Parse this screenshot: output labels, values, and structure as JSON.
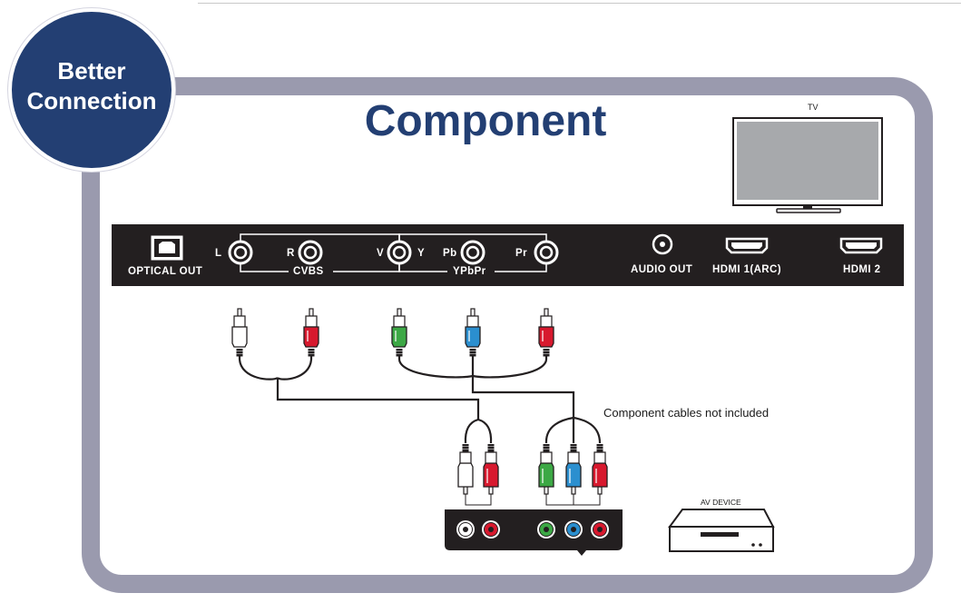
{
  "badge": {
    "line1": "Better",
    "line2": "Connection"
  },
  "title": "Component",
  "tv_label": "TV",
  "panel": {
    "optical_out": "OPTICAL OUT",
    "jack_l": "L",
    "jack_r": "R",
    "jack_v": "V",
    "jack_y": "Y",
    "jack_pb": "Pb",
    "jack_pr": "Pr",
    "group_cvbs": "CVBS",
    "group_ypbpr": "YPbPr",
    "audio_out": "AUDIO OUT",
    "hdmi1": "HDMI 1(ARC)",
    "hdmi2": "HDMI 2"
  },
  "note": "Component cables not included",
  "av_device_label": "AV DEVICE",
  "colors": {
    "brand_navy": "#233f73",
    "frame_gray": "#9a9aae",
    "panel_black": "#231f20",
    "plug_white": "#ffffff",
    "plug_red": "#d7192e",
    "plug_green": "#3ca845",
    "plug_blue": "#2b8fcf"
  }
}
